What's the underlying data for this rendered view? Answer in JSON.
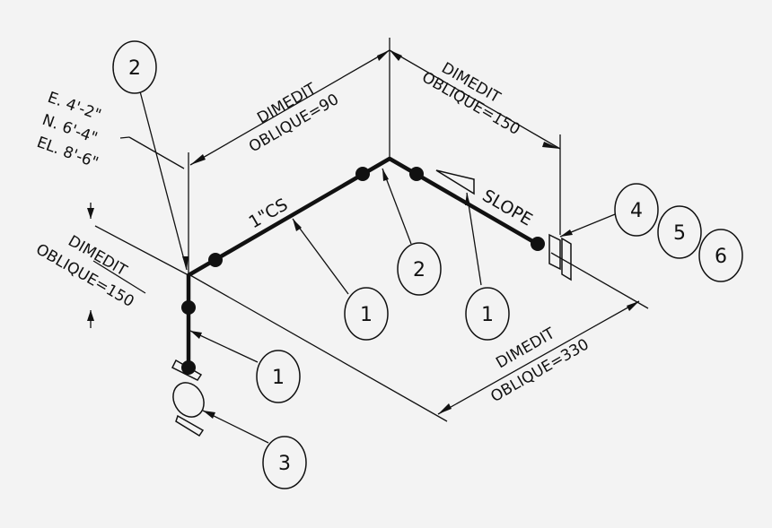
{
  "coordinates": {
    "east": "E. 4'-2\"",
    "north": "N. 6'-4\"",
    "elevation": "EL. 8'-6\""
  },
  "dimensions": {
    "top_left_1": "DIMEDIT",
    "top_left_2": "OBLIQUE=90",
    "top_right_1": "DIMEDIT",
    "top_right_2": "OBLIQUE=150",
    "left_1": "DIMEDIT",
    "left_2": "OBLIQUE=150",
    "bottom_1": "DIMEDIT",
    "bottom_2": "OBLIQUE=330"
  },
  "annotations": {
    "pipe_label": "1\"CS",
    "slope_label": "SLOPE"
  },
  "balloons": [
    "2",
    "1",
    "2",
    "1",
    "1",
    "3",
    "4",
    "5",
    "6"
  ],
  "colors": {
    "background": "#f3f3f3",
    "ink": "#111111"
  }
}
